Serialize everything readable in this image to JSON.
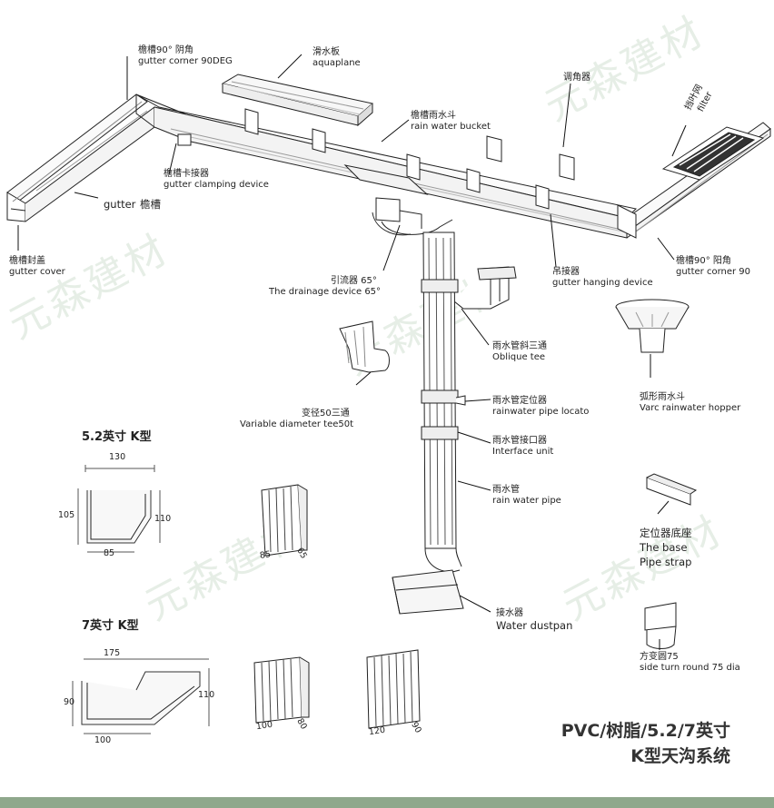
{
  "watermark": "元森建材",
  "labels": {
    "corner_90deg": {
      "cn": "檐槽90° 阴角",
      "en": "gutter corner 90DEG"
    },
    "aquaplane": {
      "cn": "滑水板",
      "en": "aquaplane"
    },
    "adjust_corner": {
      "cn": "调角器"
    },
    "filter": {
      "cn": "挡叶网",
      "en": "filter"
    },
    "rain_water_bucket": {
      "cn": "檐槽雨水斗",
      "en": "rain water bucket"
    },
    "clamping": {
      "cn": "檐槽卡接器",
      "en": "gutter clamping device"
    },
    "gutter": {
      "en": "gutter",
      "cn": "檐槽"
    },
    "cover": {
      "cn": "檐槽封盖",
      "en": "gutter cover"
    },
    "drainage": {
      "cn": "引流器 65°",
      "en": "The drainage device 65°"
    },
    "hanging": {
      "cn": "吊接器",
      "en": "gutter hanging device"
    },
    "corner_90": {
      "cn": "檐槽90° 阳角",
      "en": "gutter corner 90"
    },
    "hopper": {
      "cn": "弧形雨水斗",
      "en": "Varc rainwater hopper"
    },
    "variable_tee": {
      "cn": "变径50三通",
      "en": "Variable diameter tee50t"
    },
    "oblique_tee": {
      "cn": "雨水管斜三通",
      "en": "Oblique tee"
    },
    "pipe_locato": {
      "cn": "雨水管定位器",
      "en": "rainwater pipe locato"
    },
    "interface_unit": {
      "cn": "雨水管接口器",
      "en": "Interface unit"
    },
    "rain_pipe": {
      "cn": "雨水管",
      "en": "rain water pipe"
    },
    "base": {
      "cn": "定位器底座",
      "en1": "The base",
      "en2": "Pipe strap"
    },
    "dustpan": {
      "cn": "接水器",
      "en": "Water dustpan"
    },
    "side_turn": {
      "cn": "方变圆75",
      "en": "side turn round 75 dia"
    }
  },
  "sections": {
    "k52": {
      "title": "5.2英寸 K型",
      "dims": {
        "top": "130",
        "left": "105",
        "right": "110",
        "bottom": "85"
      }
    },
    "k7": {
      "title": "7英寸 K型",
      "dims": {
        "top": "175",
        "left": "90",
        "right": "110",
        "bottom": "100"
      }
    }
  },
  "pipes": {
    "p1": {
      "a": "85",
      "b": "65"
    },
    "p2": {
      "a": "100",
      "b": "80"
    },
    "p3": {
      "a": "120",
      "b": "90"
    }
  },
  "title": {
    "line1": "PVC/树脂/5.2/7英寸",
    "line2": "K型天沟系统"
  }
}
